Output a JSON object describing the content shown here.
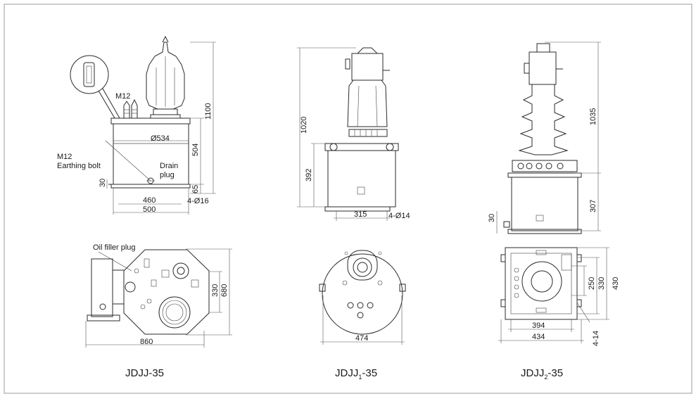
{
  "colors": {
    "line": "#2a2a2a",
    "frame": "#9a9a9a",
    "background": "#ffffff"
  },
  "models": [
    {
      "caption": "JDJJ-35",
      "side_labels": {
        "m12_top": "M12",
        "height_total": "1100",
        "diameter": "Ø534",
        "tank_height": "504",
        "earthing_1": "M12",
        "earthing_2": "Earthing bolt",
        "drain_1": "Drain",
        "drain_2": "plug",
        "base_30": "30",
        "base_65": "65",
        "width_460": "460",
        "width_500": "500",
        "holes": "4-Ø16"
      },
      "plan_labels": {
        "oil_filler": "Oil filler plug",
        "dim_330": "330",
        "dim_680": "680",
        "dim_860": "860"
      }
    },
    {
      "caption_main": "JDJJ",
      "caption_sub": "1",
      "caption_suffix": "-35",
      "side_labels": {
        "height_total": "1020",
        "tank_height": "392",
        "width": "315",
        "holes": "4-Ø14"
      },
      "plan_labels": {
        "width": "474"
      }
    },
    {
      "caption_main": "JDJJ",
      "caption_sub": "2",
      "caption_suffix": "-35",
      "side_labels": {
        "height_top": "1035",
        "tank_height": "307",
        "base_30": "30"
      },
      "plan_labels": {
        "dim_250": "250",
        "dim_330": "330",
        "dim_430": "430",
        "width_394": "394",
        "width_434": "434",
        "holes": "4-14"
      }
    }
  ]
}
